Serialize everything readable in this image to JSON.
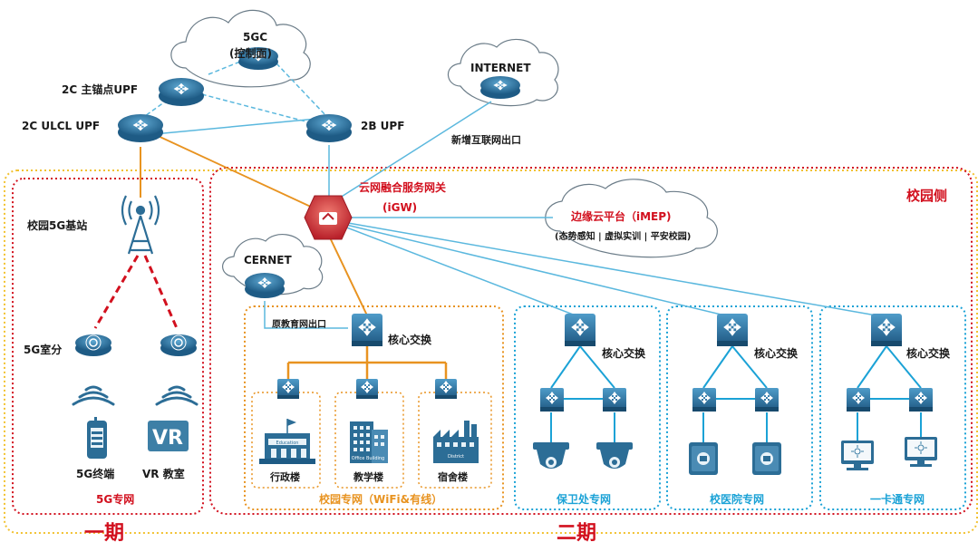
{
  "labels": {
    "core_5gc_line1": "5GC",
    "core_5gc_line2": "(控制面)",
    "upf_main": "2C 主锚点UPF",
    "upf_ulcl": "2C ULCL UPF",
    "upf_2b": "2B UPF",
    "internet": "INTERNET",
    "new_internet_exit": "新增互联网出口",
    "igw_line1": "云网融合服务网关",
    "igw_line2": "(iGW)",
    "imep_line1": "边缘云平台（iMEP)",
    "imep_line2": "(态势感知 | 虚拟实训 | 平安校园)",
    "campus_side": "校园侧",
    "cernet": "CERNET",
    "orig_edu_exit": "原教育网出口",
    "base_station": "校园5G基站",
    "indoor_5g": "5G室分",
    "terminal_5g": "5G终端",
    "vr_room": "VR 教室",
    "net_5g": "5G专网",
    "phase1": "一期",
    "phase2": "二期",
    "core_switch_campus": "核心交换",
    "core_switch_security": "核心交换",
    "core_switch_hospital": "核心交换",
    "core_switch_card": "核心交换",
    "bldg_admin": "行政楼",
    "bldg_teach": "教学楼",
    "bldg_dorm": "宿舍楼",
    "bldg_admin_sign": "Education",
    "bldg_teach_sign": "Office Building",
    "bldg_dorm_sign": "District",
    "campus_net": "校园专网（WiFi&有线）",
    "security_net": "保卫处专网",
    "hospital_net": "校医院专网",
    "card_net": "一卡通专网",
    "vr_logo": "VR"
  },
  "colors": {
    "red": "#d2101e",
    "orange": "#e89320",
    "cyan": "#1ba2d6",
    "device": "#2c6d96",
    "gold": "#f2c232"
  }
}
